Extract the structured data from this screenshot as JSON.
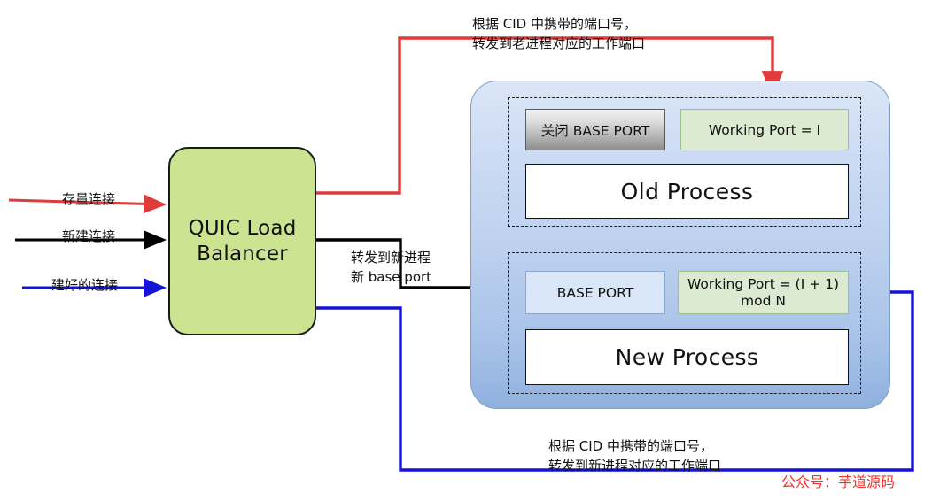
{
  "diagram": {
    "title": "QUIC hot-restart load balancing",
    "colors": {
      "red": "#e03a3a",
      "black": "#000000",
      "blue": "#1414d8",
      "lb_fill": "#cce391",
      "server_fill": "#bcd0ee",
      "working_port_fill": "#dcead1",
      "base_port_fill": "#d9e6f7",
      "closed_port_fill": "#b3b3b3",
      "watermark": "#f4322c"
    }
  },
  "load_balancer": {
    "label": "QUIC Load\nBalancer"
  },
  "inbound_flows": [
    {
      "label": "存量连接",
      "color": "#e03a3a",
      "name": "existing-connections"
    },
    {
      "label": "新建连接",
      "color": "#000000",
      "name": "new-connections"
    },
    {
      "label": "建好的连接",
      "color": "#1414d8",
      "name": "established-connections"
    }
  ],
  "annotations": {
    "top": "根据 CID 中携带的端口号，\n转发到老进程对应的工作端口",
    "middle": "转发到新进程\n新 base port",
    "bottom": "根据 CID 中携带的端口号，\n转发到新进程对应的工作端口"
  },
  "server": {
    "old_process": {
      "group_name": "old-process-group",
      "close_base_port": "关闭 BASE PORT",
      "working_port": "Working Port  = I",
      "process_name": "Old Process"
    },
    "new_process": {
      "group_name": "new-process-group",
      "base_port": "BASE PORT",
      "working_port": "Working Port = (I + 1)\nmod N",
      "process_name": "New Process"
    }
  },
  "watermark": {
    "text": "公众号：芋道源码"
  }
}
